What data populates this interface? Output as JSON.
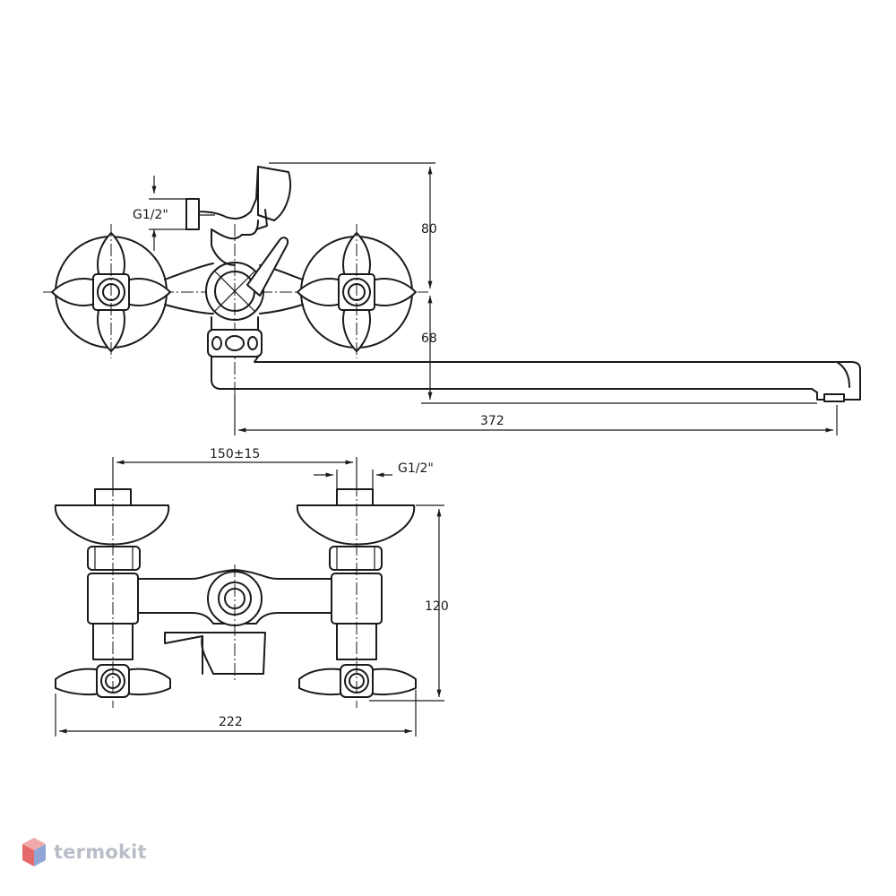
{
  "dimensions": {
    "inlet_thread_top": "G1/2\"",
    "height_upper": "80",
    "height_lower": "68",
    "spout_length": "372",
    "inlet_spacing": "150±15",
    "inlet_thread_bottom": "G1/2\"",
    "body_height": "120",
    "overall_width": "222"
  },
  "logo": {
    "text": "termokit",
    "colors": {
      "top": "#f0a8a8",
      "left": "#e46a6a",
      "right": "#8fa6d6"
    }
  },
  "icons": [
    "cross-handle-icon",
    "logo-cube-icon"
  ]
}
